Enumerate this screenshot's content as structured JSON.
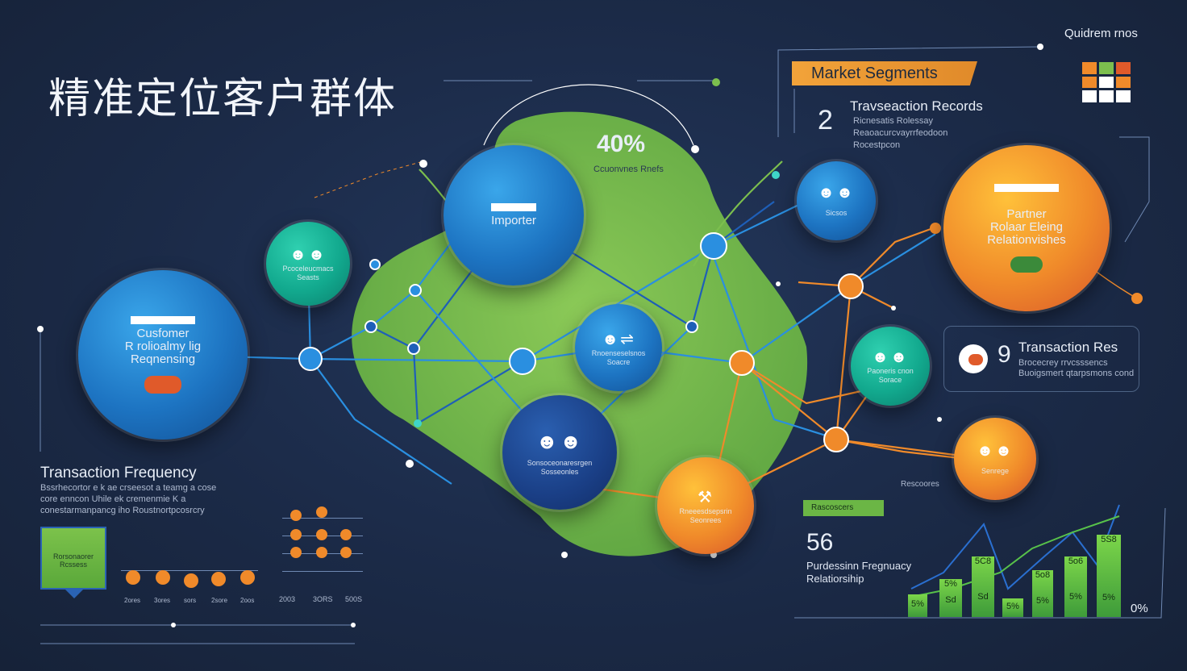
{
  "title": "精准定位客户群体",
  "top_right_label": "Quidrem rnos",
  "market_segments": {
    "tag": "Market Segments",
    "number": "2",
    "heading": "Travseaction Records",
    "lines": [
      "Ricnesatis Rolessay",
      "Reaoacurcvayrrfeodoon",
      "Rocestpcon"
    ]
  },
  "center_stat": {
    "value": "40%",
    "caption": "Ccuonvnes Rnefs"
  },
  "nodes": {
    "importer": "Importer",
    "customer": [
      "Cusfomer",
      "R rolioalmy lig",
      "Reqnensing"
    ],
    "partner": [
      "Partner",
      "Rolaar Eleing",
      "Relationvishes"
    ],
    "teal_left": [
      "Pcoceleucmacs",
      "Seasts"
    ],
    "teal_right": [
      "Paoneris cnon",
      "Sorace"
    ],
    "blue_small_top": "Sicsos",
    "center_small": [
      "Rnoenseselsnos",
      "Soacre"
    ],
    "navy_bottom": [
      "Sonsoceonaresrgen",
      "Sosseonles"
    ],
    "orange_bottom": [
      "Rneeesdsepsrin",
      "Seonrees"
    ],
    "orange_small_right": "Senrege"
  },
  "transaction_card": {
    "number": "9",
    "heading": "Transaction Res",
    "lines": [
      "Brocecrey rrvcsssencs",
      "Buoigsmert qtarpsmons cond"
    ]
  },
  "side_label": "Rescoores",
  "transaction_frequency": {
    "heading": "Transaction Frequency",
    "lines": [
      "Bssrhecortor e k ae crseesot a teamg a cose",
      "core enncon Uhile ek cremenmie K a",
      "conestarmanpancg iho Roustnortpcosrcry"
    ],
    "badge": [
      "Rorsonaorer",
      "Rcssess"
    ],
    "dot_labels": [
      "2ores",
      "3ores",
      "sors",
      "2sore",
      "2oos"
    ],
    "mini_labels": [
      "2003",
      "3ORS",
      "500S"
    ]
  },
  "frequency_panel": {
    "tag": "Rascoscers",
    "value": "56",
    "lines": [
      "Purdessinn Fregnuacy",
      "Relatiorsihip"
    ],
    "bars": [
      {
        "label": "5%",
        "value": 15
      },
      {
        "label": "Sd",
        "value": 18
      },
      {
        "label": "Sd",
        "value": 38
      },
      {
        "label": "5%",
        "value": 10
      },
      {
        "label": "5%",
        "value": 25
      },
      {
        "label": "5%",
        "value": 40
      },
      {
        "label": "5%",
        "value": 53
      }
    ],
    "bar_tops": [
      "",
      "5%",
      "5C8",
      "",
      "5o8",
      "5o6",
      "5S8"
    ],
    "zero_label": "0%"
  },
  "colors": {
    "blue": "#1d74c2",
    "teal": "#12a98e",
    "orange": "#f08a2a",
    "green": "#7cbf4e",
    "background": "#1b2a47"
  }
}
